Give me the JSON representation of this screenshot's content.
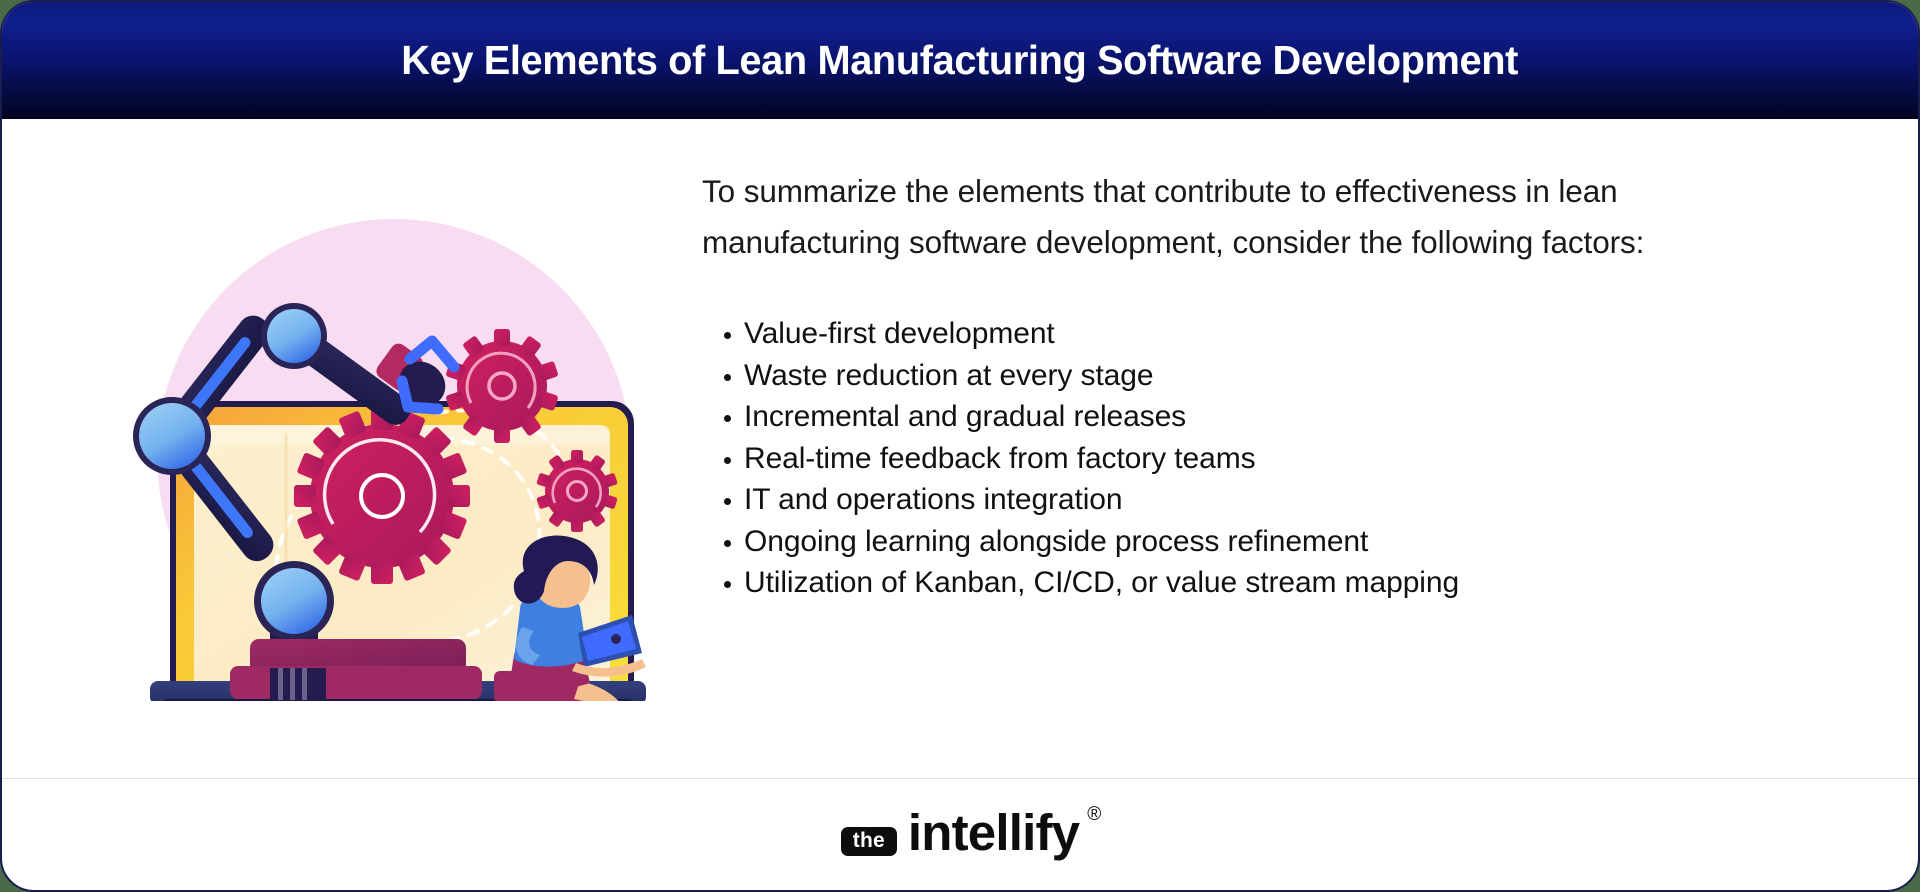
{
  "page": {
    "background_color": "#4a6b4a",
    "card_background": "#ffffff",
    "card_border_color": "#181c4e"
  },
  "header": {
    "title": "Key Elements of Lean Manufacturing Software Development",
    "gradient_top": "#0b1a7a",
    "gradient_bottom": "#01031f",
    "text_color": "#ffffff"
  },
  "main": {
    "intro": "To summarize the elements that contribute to effectiveness in lean manufacturing software development, consider the following factors:",
    "bullets": [
      "Value-first development",
      "Waste reduction at every stage",
      "Incremental and gradual releases",
      "Real-time feedback from factory teams",
      "IT and operations integration",
      "Ongoing learning alongside process refinement",
      "Utilization of Kanban, CI/CD, or value stream mapping"
    ],
    "illustration": {
      "name": "robot-arm-laptop-gears-illustration",
      "backdrop_color": "#f7dcf2",
      "arm_color": "#2b2659",
      "arm_highlight": "#3f6bff",
      "joint_color": "#7ab5f0",
      "gear_color": "#c2185b",
      "screen_color": "#fce9bd",
      "bezel_color": "#f9c938",
      "base_color": "#2b3a7a",
      "person_hair": "#231a55",
      "person_shirt": "#3f7fe0",
      "person_skirt": "#9c2a63",
      "person_skin": "#f6c08e"
    }
  },
  "footer": {
    "logo_badge": "the",
    "logo_word": "intellify",
    "logo_registered": "®",
    "divider_color": "#dddde4"
  }
}
